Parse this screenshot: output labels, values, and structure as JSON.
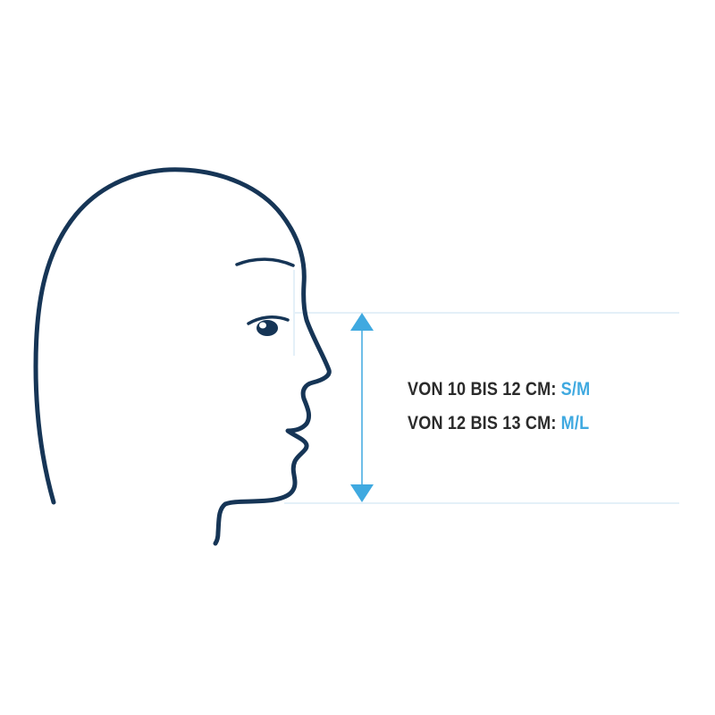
{
  "colors": {
    "outline": "#163556",
    "accent": "#3fa9e0",
    "guide": "#d3e6f4",
    "text": "#2b2b2b",
    "background": "#ffffff"
  },
  "icons": {
    "head": "head-profile-icon",
    "arrow_up": "arrow-up-icon",
    "arrow_down": "arrow-down-icon"
  },
  "sizes": [
    {
      "range": "VON 10 BIS 12 CM:",
      "size": "S/M"
    },
    {
      "range": "VON 12 BIS 13 CM:",
      "size": "M/L"
    }
  ]
}
